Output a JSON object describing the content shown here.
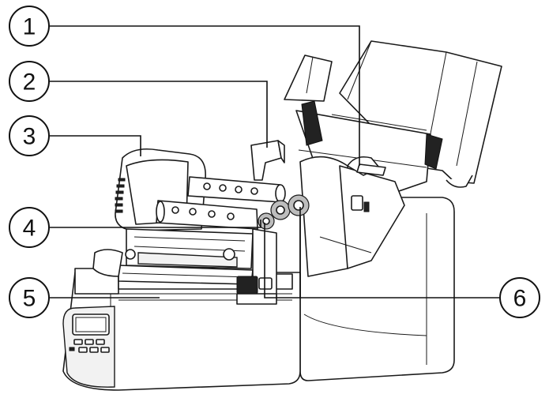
{
  "callouts": [
    {
      "id": "1",
      "label": "1"
    },
    {
      "id": "2",
      "label": "2"
    },
    {
      "id": "3",
      "label": "3"
    },
    {
      "id": "4",
      "label": "4"
    },
    {
      "id": "5",
      "label": "5"
    },
    {
      "id": "6",
      "label": "6"
    }
  ],
  "colors": {
    "line": "#1a1a1a",
    "background": "#ffffff"
  },
  "subject": "printer-illustration"
}
